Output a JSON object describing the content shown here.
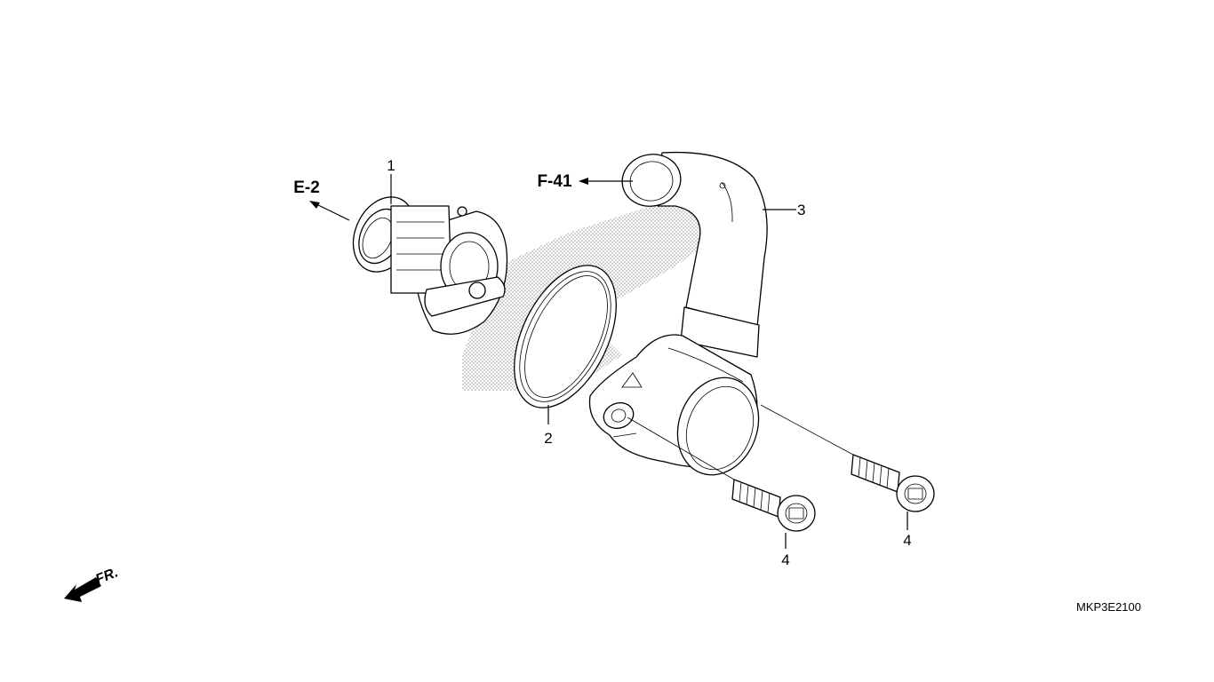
{
  "refs": {
    "e2": "E-2",
    "f41": "F-41",
    "front": "FR."
  },
  "parts": {
    "p1": "1",
    "p2": "2",
    "p3": "3",
    "p4a": "4",
    "p4b": "4"
  },
  "diagram_code": "MKP3E2100"
}
